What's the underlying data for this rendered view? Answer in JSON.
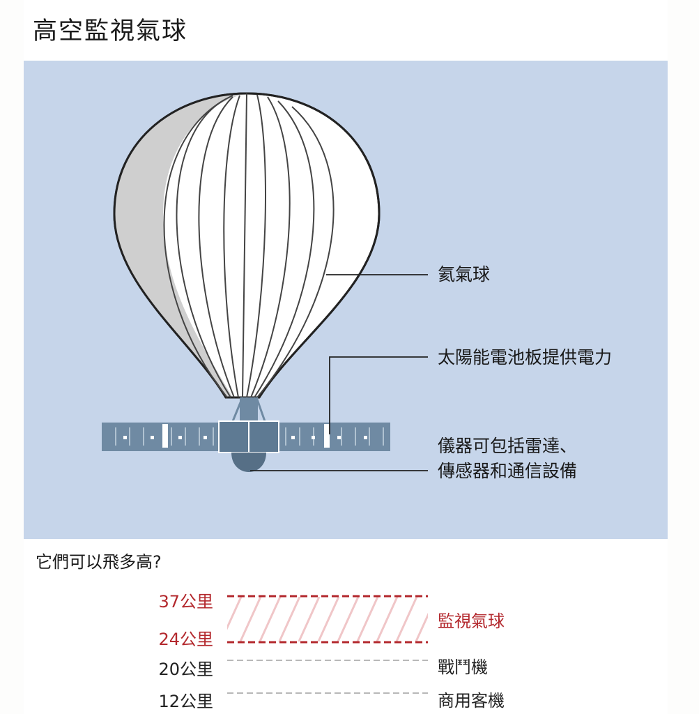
{
  "title": "高空監視氣球",
  "callouts": {
    "helium": "氦氣球",
    "solar": "太陽能電池板提供電力",
    "instruments_line1": "儀器可包括雷達、",
    "instruments_line2": "傳感器和通信設備"
  },
  "altitude": {
    "question": "它們可以飛多高?",
    "rows": [
      {
        "value_km": 37,
        "label": "37公里",
        "name": ""
      },
      {
        "value_km": 24,
        "label": "24公里",
        "name": "監視氣球"
      },
      {
        "value_km": 20,
        "label": "20公里",
        "name": "戰鬥機"
      },
      {
        "value_km": 12,
        "label": "12公里",
        "name": "商用客機"
      }
    ],
    "balloon_range_km": [
      24,
      37
    ]
  },
  "colors": {
    "diagram_bg": "#c6d5ea",
    "highlight_red": "#b3282d",
    "dashed_gray": "#b8b8b8",
    "panel_blue": "#6f8aa3",
    "balloon_shade": "#cfcfcf"
  }
}
